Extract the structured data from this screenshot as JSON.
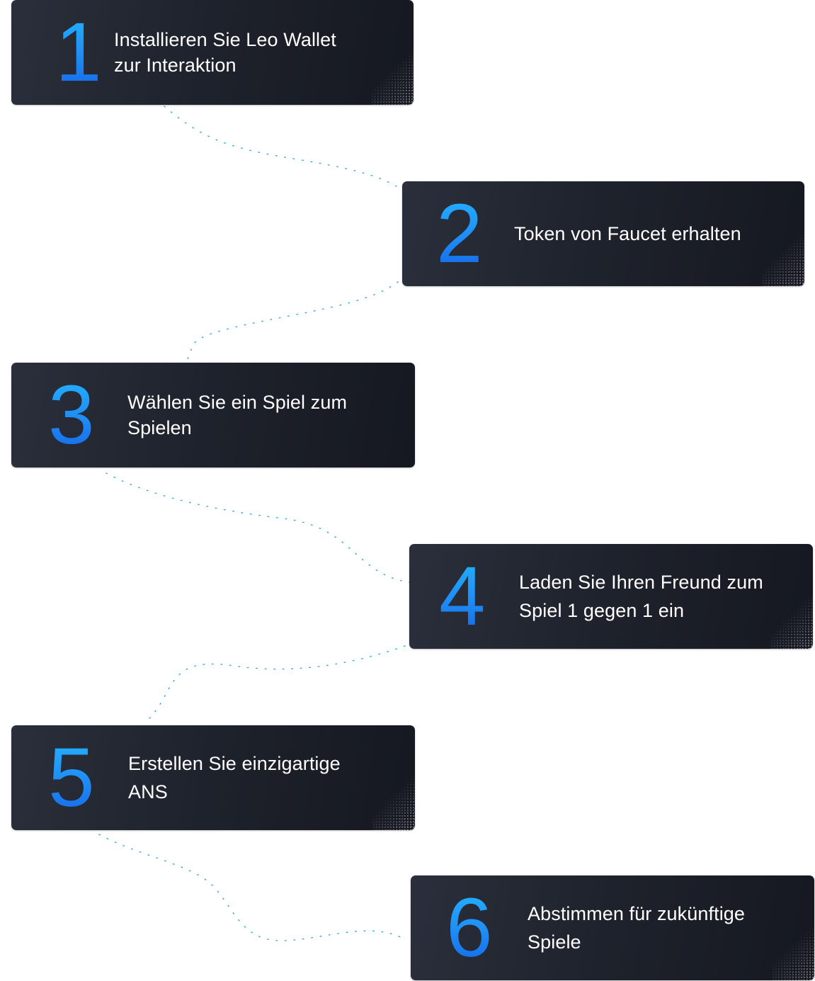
{
  "accent_colors": {
    "number_gradient_top": "#23b4ff",
    "number_gradient_bottom": "#1466e6",
    "connector": "#2aa6ee",
    "card_background": "#1f232d"
  },
  "steps": [
    {
      "number": "1",
      "line1": "Installieren Sie Leo Wallet",
      "line2": "zur Interaktion"
    },
    {
      "number": "2",
      "line1": "Token von Faucet erhalten",
      "line2": ""
    },
    {
      "number": "3",
      "line1": "Wählen Sie ein Spiel zum",
      "line2": "Spielen"
    },
    {
      "number": "4",
      "line1": "Laden Sie Ihren Freund zum",
      "line2": "Spiel 1 gegen 1 ein"
    },
    {
      "number": "5",
      "line1": "Erstellen Sie einzigartige",
      "line2": "ANS"
    },
    {
      "number": "6",
      "line1": "Abstimmen für zukünftige",
      "line2": "Spiele"
    }
  ]
}
